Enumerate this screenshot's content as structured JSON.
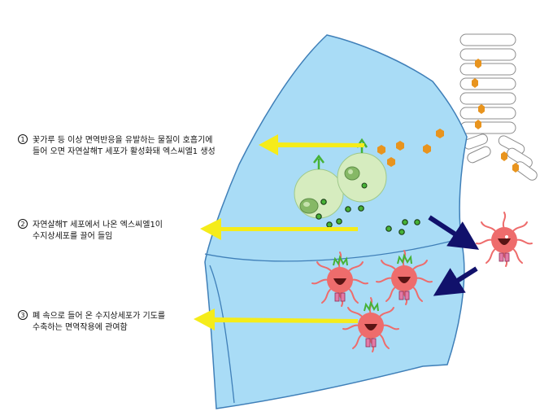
{
  "steps": [
    {
      "number": "1",
      "line1": "꽃가루 등 이상 면역반응을 유발하는 물질이 호흡기에",
      "line2": "들어 오면 자연살해T 세포가 활성화돼 엑스씨엘1 생성"
    },
    {
      "number": "2",
      "line1": "자연살해T 세포에서 나온 엑스씨엘1이",
      "line2": "수지상세포를 끌어 들임"
    },
    {
      "number": "3",
      "line1": "폐 속으로 들어 온 수지상세포가 기도를",
      "line2": "수축하는 면역작용에 관여함"
    }
  ],
  "colors": {
    "lung_fill": "#a9dcf6",
    "lung_stroke": "#3f7fb8",
    "arrow_yellow": "#f5ec1a",
    "arrow_navy": "#11116b",
    "nkt_cell": "#d6ecbf",
    "chemokine": "#46b236",
    "allergen": "#e8941e",
    "dendritic_cell": "#ee6c6c"
  }
}
